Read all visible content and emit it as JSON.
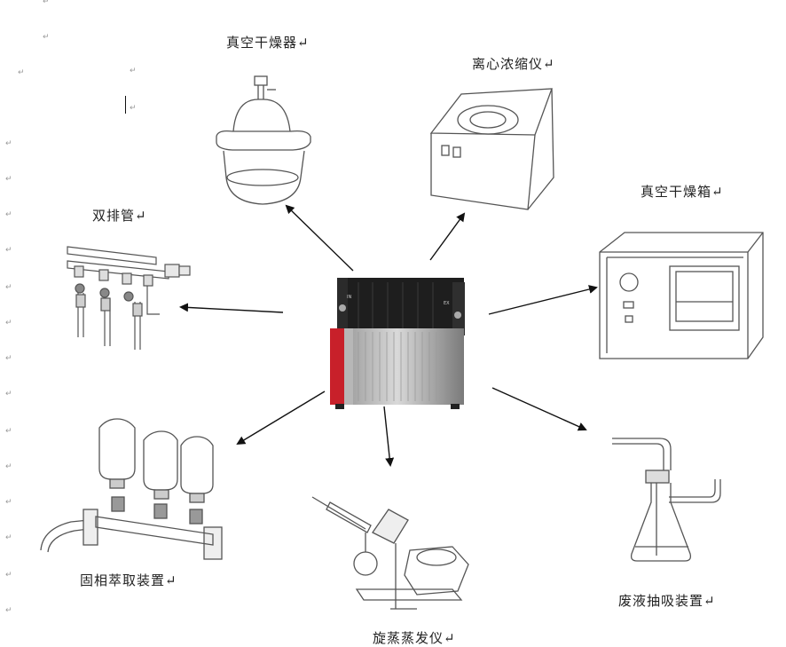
{
  "paragraph_mark": "↵",
  "labels": {
    "vacuum_desiccator": "真空干燥器↵",
    "centrifugal_concentrator": "离心浓缩仪↵",
    "vacuum_drying_oven": "真空干燥箱↵",
    "double_manifold": "双排管↵",
    "solid_phase_extraction": "固相萃取装置↵",
    "rotary_evaporator": "旋蒸蒸发仪↵",
    "waste_liquid_suction": "废液抽吸装置↵"
  },
  "pump_panel": {
    "left_port": "IN",
    "right_port": "EX"
  },
  "colors": {
    "accent": "#c8202a",
    "line": "#555555",
    "arrow": "#111111"
  }
}
